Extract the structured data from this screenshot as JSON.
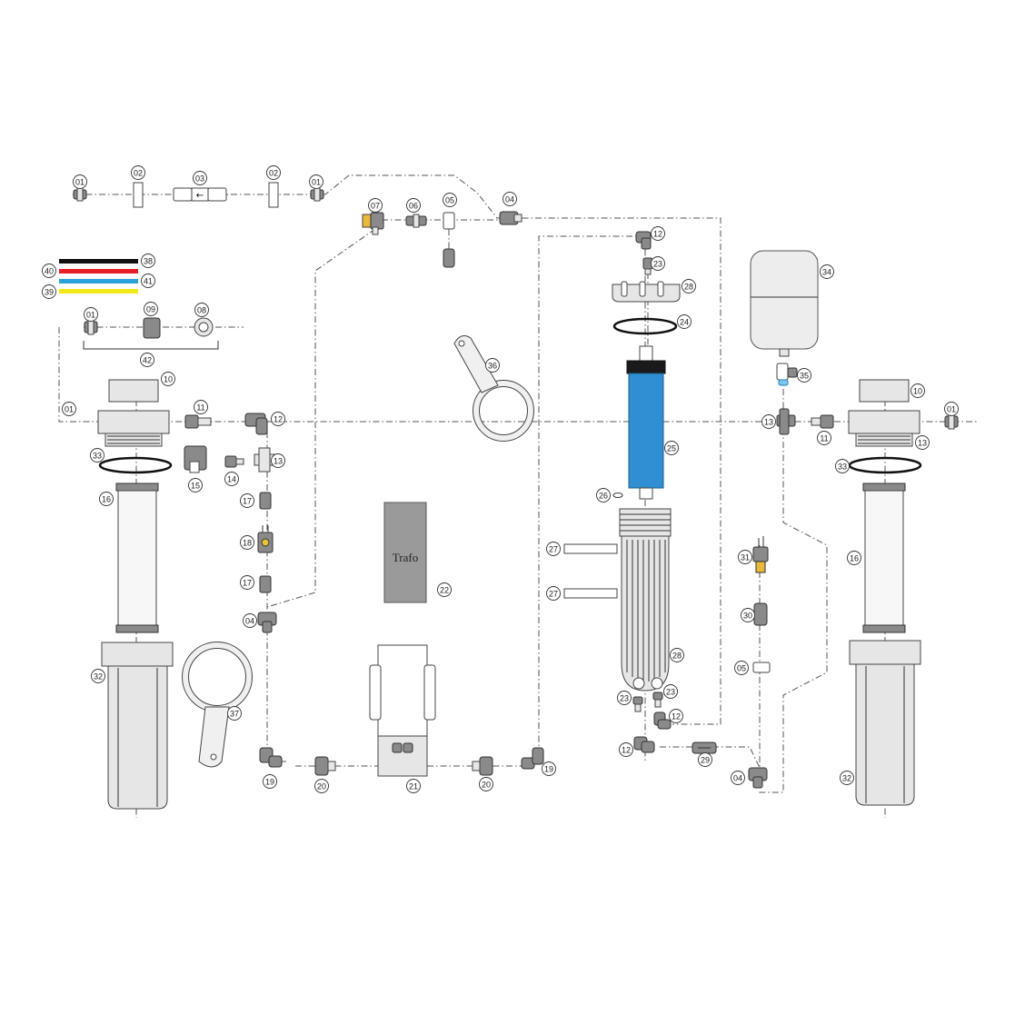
{
  "colors": {
    "line_black": "#111111",
    "line_red": "#e8202a",
    "line_blue": "#2aa0d8",
    "line_yellow": "#f3e81a",
    "membrane_blue": "#2f8fd0",
    "fitting_gray": "#8a8a8a"
  },
  "transformer_label": "Trafo",
  "check_valve_arrow": "←",
  "parts": [
    {
      "n": "01"
    },
    {
      "n": "02"
    },
    {
      "n": "03"
    },
    {
      "n": "02"
    },
    {
      "n": "01"
    },
    {
      "n": "07"
    },
    {
      "n": "06"
    },
    {
      "n": "05"
    },
    {
      "n": "04"
    },
    {
      "n": "12"
    },
    {
      "n": "23"
    },
    {
      "n": "28"
    },
    {
      "n": "24"
    },
    {
      "n": "34"
    },
    {
      "n": "38"
    },
    {
      "n": "40"
    },
    {
      "n": "41"
    },
    {
      "n": "39"
    },
    {
      "n": "01"
    },
    {
      "n": "09"
    },
    {
      "n": "08"
    },
    {
      "n": "42"
    },
    {
      "n": "10"
    },
    {
      "n": "36"
    },
    {
      "n": "35"
    },
    {
      "n": "10"
    },
    {
      "n": "01"
    },
    {
      "n": "01"
    },
    {
      "n": "11"
    },
    {
      "n": "12"
    },
    {
      "n": "13"
    },
    {
      "n": "11"
    },
    {
      "n": "13"
    },
    {
      "n": "33"
    },
    {
      "n": "25"
    },
    {
      "n": "33"
    },
    {
      "n": "15"
    },
    {
      "n": "14"
    },
    {
      "n": "13"
    },
    {
      "n": "16"
    },
    {
      "n": "17"
    },
    {
      "n": "26"
    },
    {
      "n": "18"
    },
    {
      "n": "27"
    },
    {
      "n": "31"
    },
    {
      "n": "16"
    },
    {
      "n": "17"
    },
    {
      "n": "22"
    },
    {
      "n": "27"
    },
    {
      "n": "30"
    },
    {
      "n": "04"
    },
    {
      "n": "32"
    },
    {
      "n": "28"
    },
    {
      "n": "05"
    },
    {
      "n": "37"
    },
    {
      "n": "23"
    },
    {
      "n": "23"
    },
    {
      "n": "12"
    },
    {
      "n": "12"
    },
    {
      "n": "29"
    },
    {
      "n": "19"
    },
    {
      "n": "20"
    },
    {
      "n": "21"
    },
    {
      "n": "20"
    },
    {
      "n": "19"
    },
    {
      "n": "04"
    },
    {
      "n": "32"
    }
  ]
}
